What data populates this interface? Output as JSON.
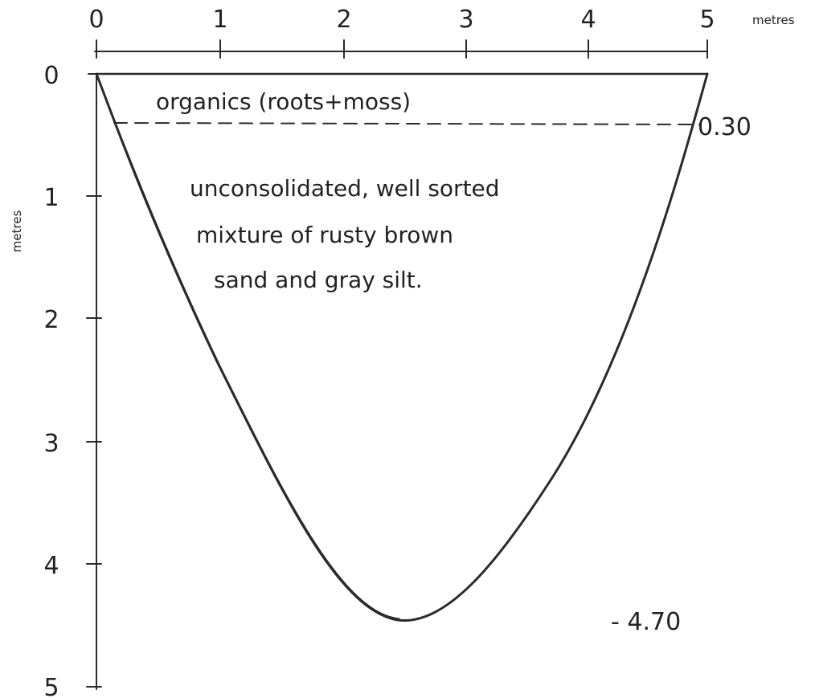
{
  "top_axis": {
    "tick_labels": [
      "0",
      "1",
      "2",
      "3",
      "4",
      "5"
    ],
    "unit": "metres"
  },
  "left_axis": {
    "tick_labels": [
      "0",
      "1",
      "2",
      "3",
      "4",
      "5"
    ],
    "unit": "metres"
  },
  "layers": {
    "organics_label": "organics (roots+moss)",
    "sediment_lines": [
      "unconsolidated, well sorted",
      "mixture of rusty brown",
      "sand and gray silt."
    ]
  },
  "annotations": {
    "organics_depth": "0.30",
    "max_depth": "- 4.70"
  },
  "profile": {
    "width_m": 5,
    "organics_depth_m": 0.3,
    "max_depth_m": 4.7
  },
  "colors": {
    "ink": "#2a2a2a",
    "paper": "#ffffff"
  }
}
